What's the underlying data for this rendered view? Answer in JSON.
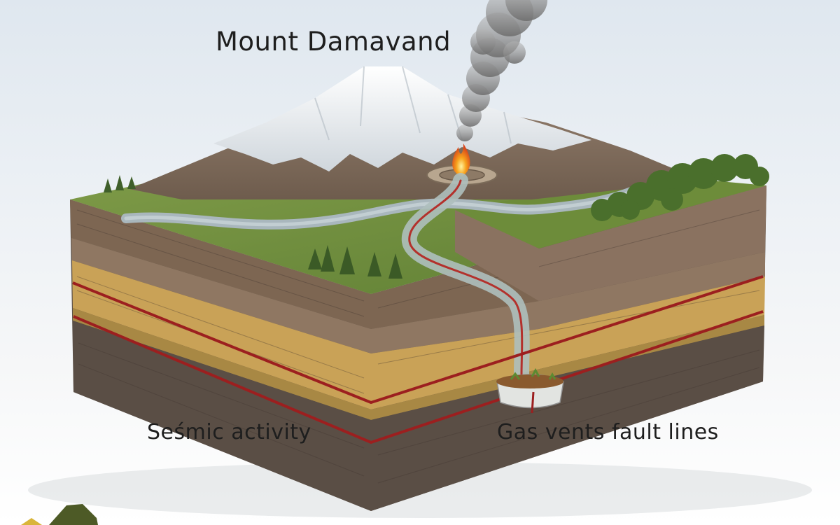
{
  "diagram": {
    "title": "Mount Damavand",
    "label_left": "Seśmic activity",
    "label_right": "Gas vents  fault lines"
  },
  "colors": {
    "snow": "#f2f4f6",
    "rock": "#8a7563",
    "grass": "#6f8f3c",
    "river": "#a9b7bd",
    "topsoil": "#7d6652",
    "sand": "#c9a257",
    "bedrock": "#5d5147",
    "fault_line": "#9c1f1f",
    "smoke": "#8e8e8e",
    "lava": "#f08a1c"
  }
}
